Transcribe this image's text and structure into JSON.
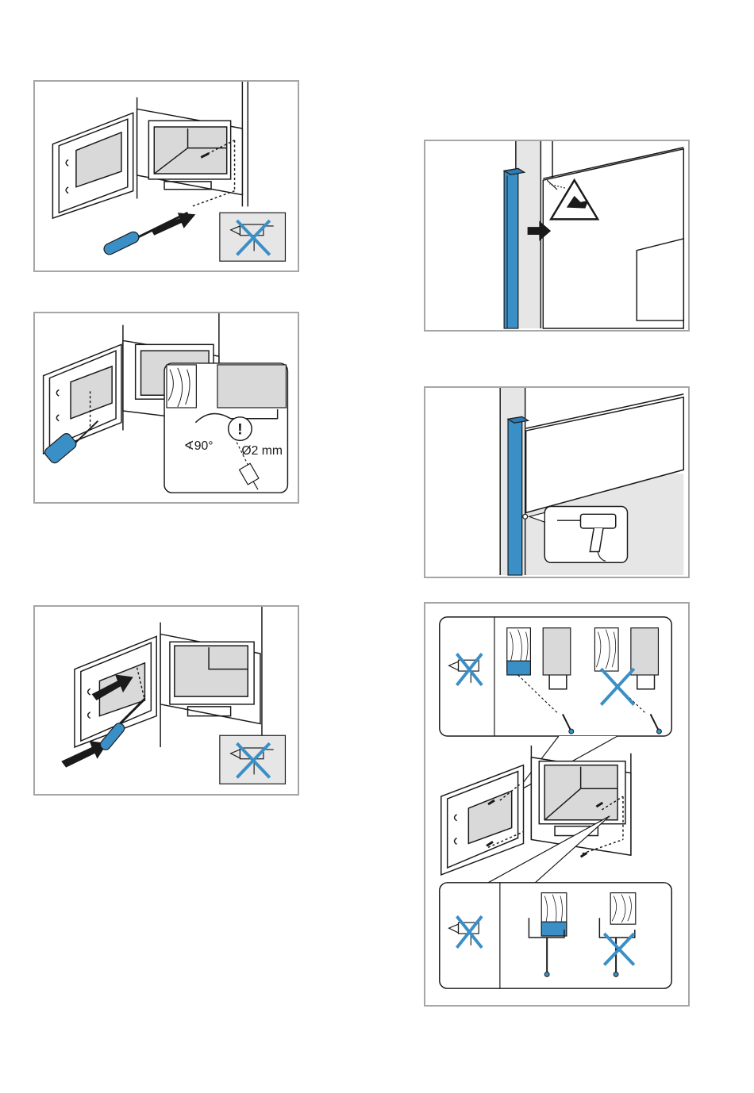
{
  "figures": {
    "fig1": {
      "id": "screw-into-cabinet-floor"
    },
    "fig2": {
      "id": "predrill-door-hole",
      "angle_label": "∢90°",
      "diameter_label": "Ø2 mm"
    },
    "fig3": {
      "id": "screw-into-door-frame"
    },
    "fig4": {
      "id": "attach-side-trim"
    },
    "fig5": {
      "id": "drill-hole-side-trim"
    },
    "fig6": {
      "id": "correct-incorrect-screw-placement"
    }
  },
  "colors": {
    "accent_blue": "#3a8fc7",
    "line": "#1a1a1a",
    "panel_border": "#a6a6a6",
    "inset_gray": "#d9d9d9",
    "wall_gray": "#e6e6e6"
  },
  "icons": [
    "screwdriver-icon",
    "drill-icon",
    "no-glue-icon",
    "warning-hand-injury-icon",
    "arrow-icon",
    "cross-icon"
  ]
}
